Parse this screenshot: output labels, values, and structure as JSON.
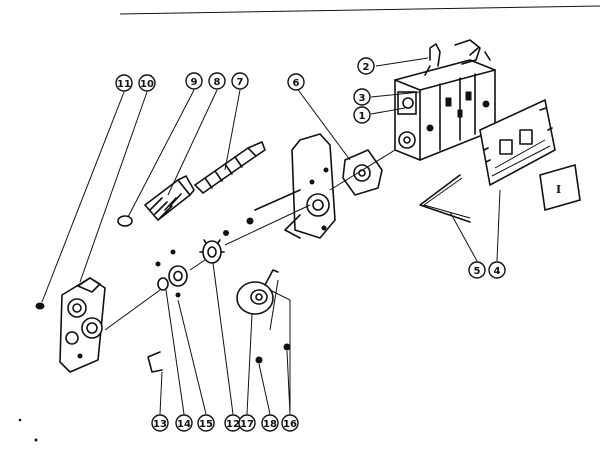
{
  "callouts": [
    {
      "id": "c-11",
      "label": "11"
    },
    {
      "id": "c-10",
      "label": "10"
    },
    {
      "id": "c-9",
      "label": "9"
    },
    {
      "id": "c-8a",
      "label": "8"
    },
    {
      "id": "c-7",
      "label": "7"
    },
    {
      "id": "c-6",
      "label": "6"
    },
    {
      "id": "c-2a",
      "label": "2"
    },
    {
      "id": "c-3",
      "label": "3"
    },
    {
      "id": "c-1",
      "label": "1"
    },
    {
      "id": "c-5",
      "label": "5"
    },
    {
      "id": "c-4",
      "label": "4"
    },
    {
      "id": "c-13",
      "label": "13"
    },
    {
      "id": "c-14",
      "label": "14"
    },
    {
      "id": "c-15",
      "label": "15"
    },
    {
      "id": "c-12",
      "label": "12"
    },
    {
      "id": "c-17",
      "label": "17"
    },
    {
      "id": "c-18",
      "label": "18"
    },
    {
      "id": "c-16",
      "label": "16"
    }
  ],
  "label_plate_text": "I",
  "colors": {
    "ink": "#111111",
    "paper": "#ffffff"
  }
}
